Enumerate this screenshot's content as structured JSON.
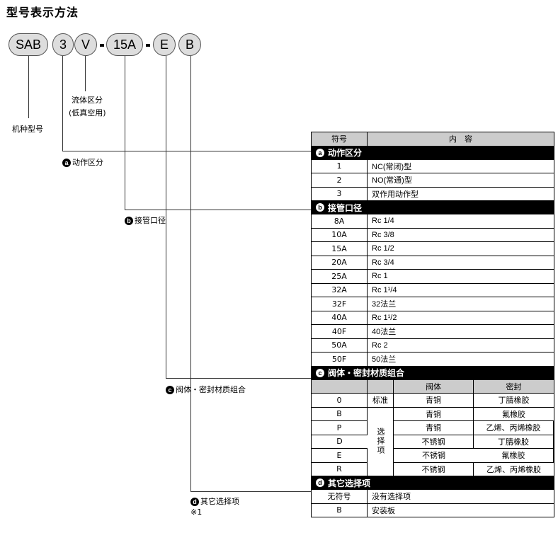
{
  "title": "型号表示方法",
  "model_parts": [
    "SAB",
    "3",
    "V",
    "15A",
    "E",
    "B"
  ],
  "labels": {
    "fluid": "流体区分",
    "fluid_sub": "(低真空用)",
    "series": "机种型号",
    "a": "动作区分",
    "b": "接管口径",
    "c": "阀体・密封材质组合",
    "d": "其它选择项",
    "d_note": "※1"
  },
  "table": {
    "col_symbol": "符号",
    "col_content": "内　容",
    "a": {
      "letter": "a",
      "title": "动作区分",
      "rows": [
        [
          "1",
          "NC(常闭)型"
        ],
        [
          "2",
          "NO(常通)型"
        ],
        [
          "3",
          "双作用动作型"
        ]
      ]
    },
    "b": {
      "letter": "b",
      "title": "接管口径",
      "rows": [
        [
          "8A",
          "Rc 1/4"
        ],
        [
          "10A",
          "Rc 3/8"
        ],
        [
          "15A",
          "Rc 1/2"
        ],
        [
          "20A",
          "Rc 3/4"
        ],
        [
          "25A",
          "Rc  1"
        ],
        [
          "32A",
          "Rc 1¹/4"
        ],
        [
          "32F",
          "32法兰"
        ],
        [
          "40A",
          "Rc 1¹/2"
        ],
        [
          "40F",
          "40法兰"
        ],
        [
          "50A",
          "Rc 2"
        ],
        [
          "50F",
          "50法兰"
        ]
      ]
    },
    "c": {
      "letter": "c",
      "title": "阀体・密封材质组合",
      "col_body": "阀体",
      "col_seal": "密封",
      "std": "标准",
      "opt": "选择项",
      "rows": [
        [
          "0",
          "青铜",
          "丁腈橡胶"
        ],
        [
          "B",
          "青铜",
          "氟橡胶"
        ],
        [
          "P",
          "青铜",
          "乙烯、丙烯橡胶"
        ],
        [
          "D",
          "不锈钢",
          "丁腈橡胶"
        ],
        [
          "E",
          "不锈钢",
          "氟橡胶"
        ],
        [
          "R",
          "不锈钢",
          "乙烯、丙烯橡胶"
        ]
      ]
    },
    "d": {
      "letter": "d",
      "title": "其它选择项",
      "rows": [
        [
          "无符号",
          "没有选择项"
        ],
        [
          "B",
          "安装板"
        ]
      ]
    }
  }
}
